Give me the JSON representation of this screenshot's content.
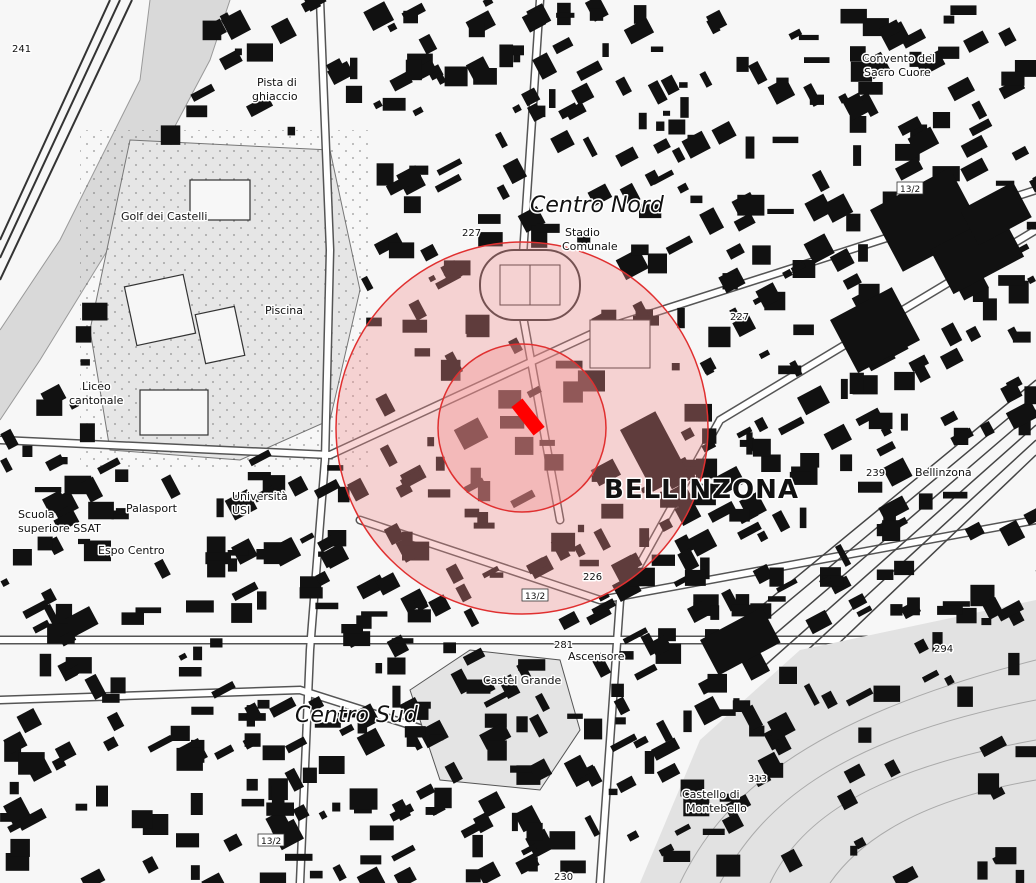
{
  "map": {
    "city_label": "BELLINZONA",
    "districts": [
      "Centro Nord",
      "Centro Sud"
    ],
    "places": {
      "pista": [
        "Pista di",
        "ghiaccio"
      ],
      "golf": "Golf dei Castelli",
      "piscina": "Piscina",
      "liceo": [
        "Liceo",
        "cantonale"
      ],
      "palasport": "Palasport",
      "universita": [
        "Università",
        "USI"
      ],
      "scuola": [
        "Scuola",
        "superiore SSAT"
      ],
      "espocentro": "Espo Centro",
      "stadio": [
        "Stadio",
        "Comunale"
      ],
      "convento": [
        "Convento del",
        "Sacro Cuore"
      ],
      "castelgrande": "Castel Grande",
      "castellomontebello": [
        "Castello di",
        "Montebello"
      ],
      "ascensore": "Ascensore",
      "stazione": "Bellinzona"
    },
    "elevations": [
      "241",
      "227",
      "227",
      "239",
      "226",
      "281",
      "294",
      "313",
      "230"
    ],
    "road_shields": [
      "13/2",
      "13/2",
      "13/2"
    ],
    "colors": {
      "buffer_fill": "#f28b8b",
      "buffer_stroke": "#e03030",
      "site_fill": "#ff0000",
      "building": "#111111",
      "river": "#d9d9d9",
      "park": "#e6e6e6"
    },
    "buffer_rings": [
      "outer-buffer",
      "inner-buffer"
    ]
  }
}
